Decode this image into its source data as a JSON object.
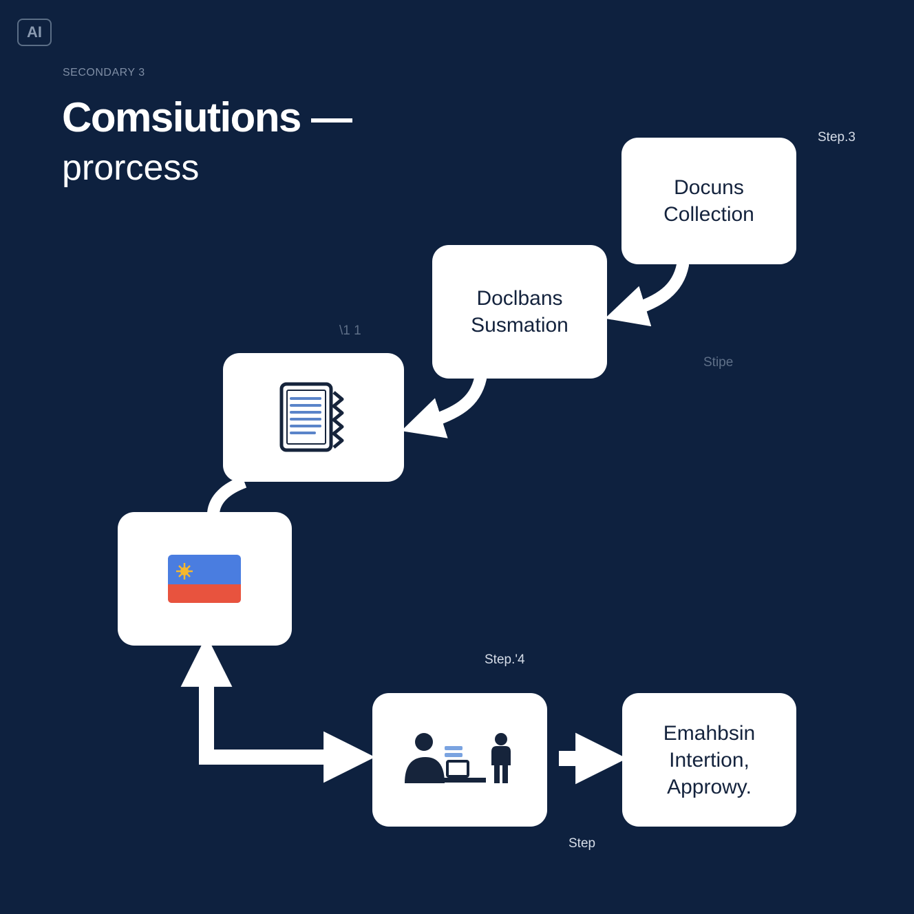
{
  "badge": "AI",
  "eyebrow": "SECONDARY 3",
  "title": "Comsiutions —",
  "subtitle": "prorcess",
  "step_labels": {
    "top_right": "Step.3",
    "middle_left": "\\1 1",
    "middle_right": "Stipe",
    "bottom_center": "Step.'4",
    "bottom_caption": "Step"
  },
  "cards": {
    "collection": [
      "Docuns",
      "Collection"
    ],
    "summation": [
      "Doclbans",
      "Susmation"
    ],
    "document": {
      "icon": "document-icon"
    },
    "flag": {
      "icon": "flag-icon",
      "colors": {
        "top": "#4a7de0",
        "bottom": "#e8533e",
        "sun": "#f5b82e"
      }
    },
    "meeting": {
      "icon": "people-at-desk-icon"
    },
    "approval": [
      "Emahbsin",
      "Intertion,",
      "Approwy."
    ]
  },
  "colors": {
    "background": "#0e213f",
    "card": "#ffffff",
    "card_text": "#14233d",
    "connector": "#ffffff"
  }
}
